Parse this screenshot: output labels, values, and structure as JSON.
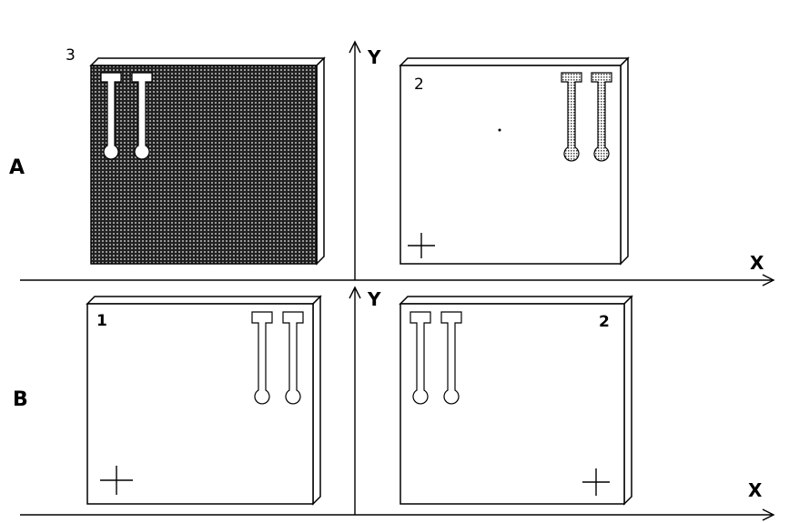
{
  "rows": [
    {
      "label": "A"
    },
    {
      "label": "B"
    }
  ],
  "axes": {
    "x_label": "X",
    "y_label": "Y"
  },
  "panels": [
    {
      "number": "3",
      "fill": "hatched",
      "pattern_position": "top-left",
      "alignment_cross": false
    },
    {
      "number": "2",
      "fill": "white",
      "pattern_position": "top-right",
      "alignment_cross": true,
      "cross_position": "bottom-left"
    },
    {
      "number": "1",
      "fill": "white",
      "pattern_position": "top-right",
      "alignment_cross": true,
      "cross_position": "bottom-left"
    },
    {
      "number": "2",
      "fill": "white",
      "pattern_position": "top-left",
      "alignment_cross": true,
      "cross_position": "bottom-right"
    }
  ],
  "colors": {
    "line": "#000000",
    "hatch_dark": "#1a1a1a",
    "hatch_light": "#8a8a8a",
    "background": "#ffffff"
  }
}
